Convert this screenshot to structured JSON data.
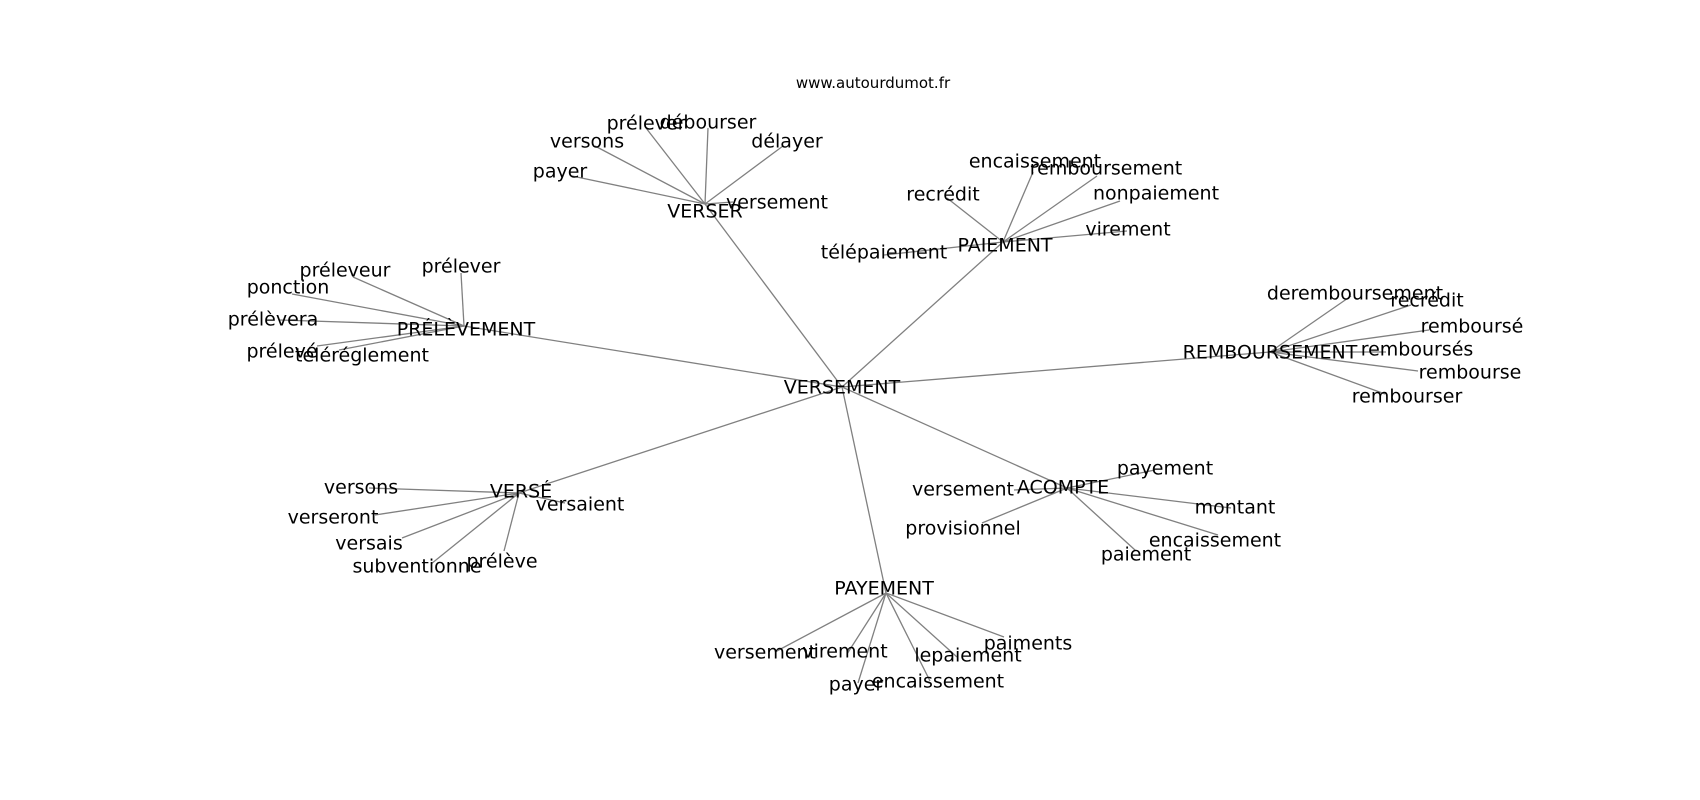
{
  "site": "www.autourdumot.fr",
  "center": {
    "label": "VERSEMENT"
  },
  "hubs": [
    {
      "label": "VERSER",
      "leaves": [
        "payer",
        "versons",
        "prélever",
        "débourser",
        "délayer",
        "versement"
      ]
    },
    {
      "label": "PAIEMENT",
      "leaves": [
        "télépaiement",
        "recrédit",
        "encaissement",
        "remboursement",
        "nonpaiement",
        "virement"
      ]
    },
    {
      "label": "PRÉLÈVEMENT",
      "leaves": [
        "préleveur",
        "prélever",
        "ponction",
        "prélèvera",
        "prélevé",
        "téléréglement"
      ]
    },
    {
      "label": "REMBOURSEMENT",
      "leaves": [
        "deremboursement",
        "recrédit",
        "remboursé",
        "remboursés",
        "rembourse",
        "rembourser"
      ]
    },
    {
      "label": "VERSÉ",
      "leaves": [
        "versons",
        "verseront",
        "versais",
        "subventionne",
        "prélève",
        "versaient"
      ]
    },
    {
      "label": "ACOMPTE",
      "leaves": [
        "versement",
        "provisionnel",
        "payement",
        "montant",
        "encaissement",
        "paiement"
      ]
    },
    {
      "label": "PAYEMENT",
      "leaves": [
        "versement",
        "virement",
        "payer",
        "encaissement",
        "lepaiement",
        "paiments"
      ]
    }
  ]
}
